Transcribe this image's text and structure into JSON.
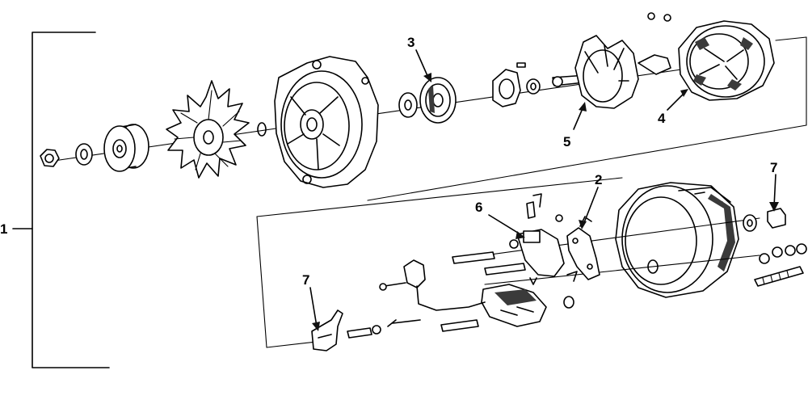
{
  "diagram": {
    "callouts": [
      {
        "id": "1",
        "text": "1"
      },
      {
        "id": "2",
        "text": "2"
      },
      {
        "id": "3",
        "text": "3"
      },
      {
        "id": "4",
        "text": "4"
      },
      {
        "id": "5",
        "text": "5"
      },
      {
        "id": "6",
        "text": "6"
      },
      {
        "id": "7a",
        "text": "7"
      },
      {
        "id": "7b",
        "text": "7"
      }
    ]
  }
}
